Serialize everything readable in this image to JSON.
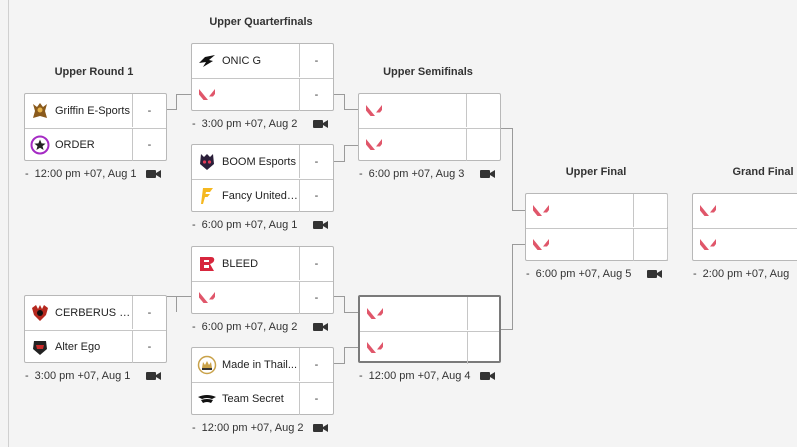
{
  "rounds": {
    "r1": "Upper Round 1",
    "qf": "Upper Quarterfinals",
    "sf": "Upper Semifinals",
    "f": "Upper Final",
    "gf": "Grand Final"
  },
  "matches": {
    "m1": {
      "t1": "Griffin E-Sports",
      "t2": "ORDER",
      "s1": "-",
      "s2": "-",
      "time": "12:00 pm +07, Aug 1"
    },
    "m2": {
      "t1": "CERBERUS E...",
      "t2": "Alter Ego",
      "s1": "-",
      "s2": "-",
      "time": "3:00 pm +07, Aug 1"
    },
    "q1": {
      "t1": "ONIC G",
      "t2": "",
      "s1": "-",
      "s2": "-",
      "time": "3:00 pm +07, Aug 2"
    },
    "q2": {
      "t1": "BOOM Esports",
      "t2": "Fancy United ...",
      "s1": "-",
      "s2": "-",
      "time": "6:00 pm +07, Aug 1"
    },
    "q3": {
      "t1": "BLEED",
      "t2": "",
      "s1": "-",
      "s2": "-",
      "time": "6:00 pm +07, Aug 2"
    },
    "q4": {
      "t1": "Made in Thail...",
      "t2": "Team Secret",
      "s1": "-",
      "s2": "-",
      "time": "12:00 pm +07, Aug 2"
    },
    "s1": {
      "time": "6:00 pm +07, Aug 3"
    },
    "s2": {
      "time": "12:00 pm +07, Aug 4"
    },
    "f1": {
      "time": "6:00 pm +07, Aug 5"
    },
    "g1": {
      "time": "2:00 pm +07, Aug"
    }
  },
  "colors": {
    "valorant": "#e0566a",
    "border": "#b8b8b8",
    "connector": "#9a9a9a"
  }
}
